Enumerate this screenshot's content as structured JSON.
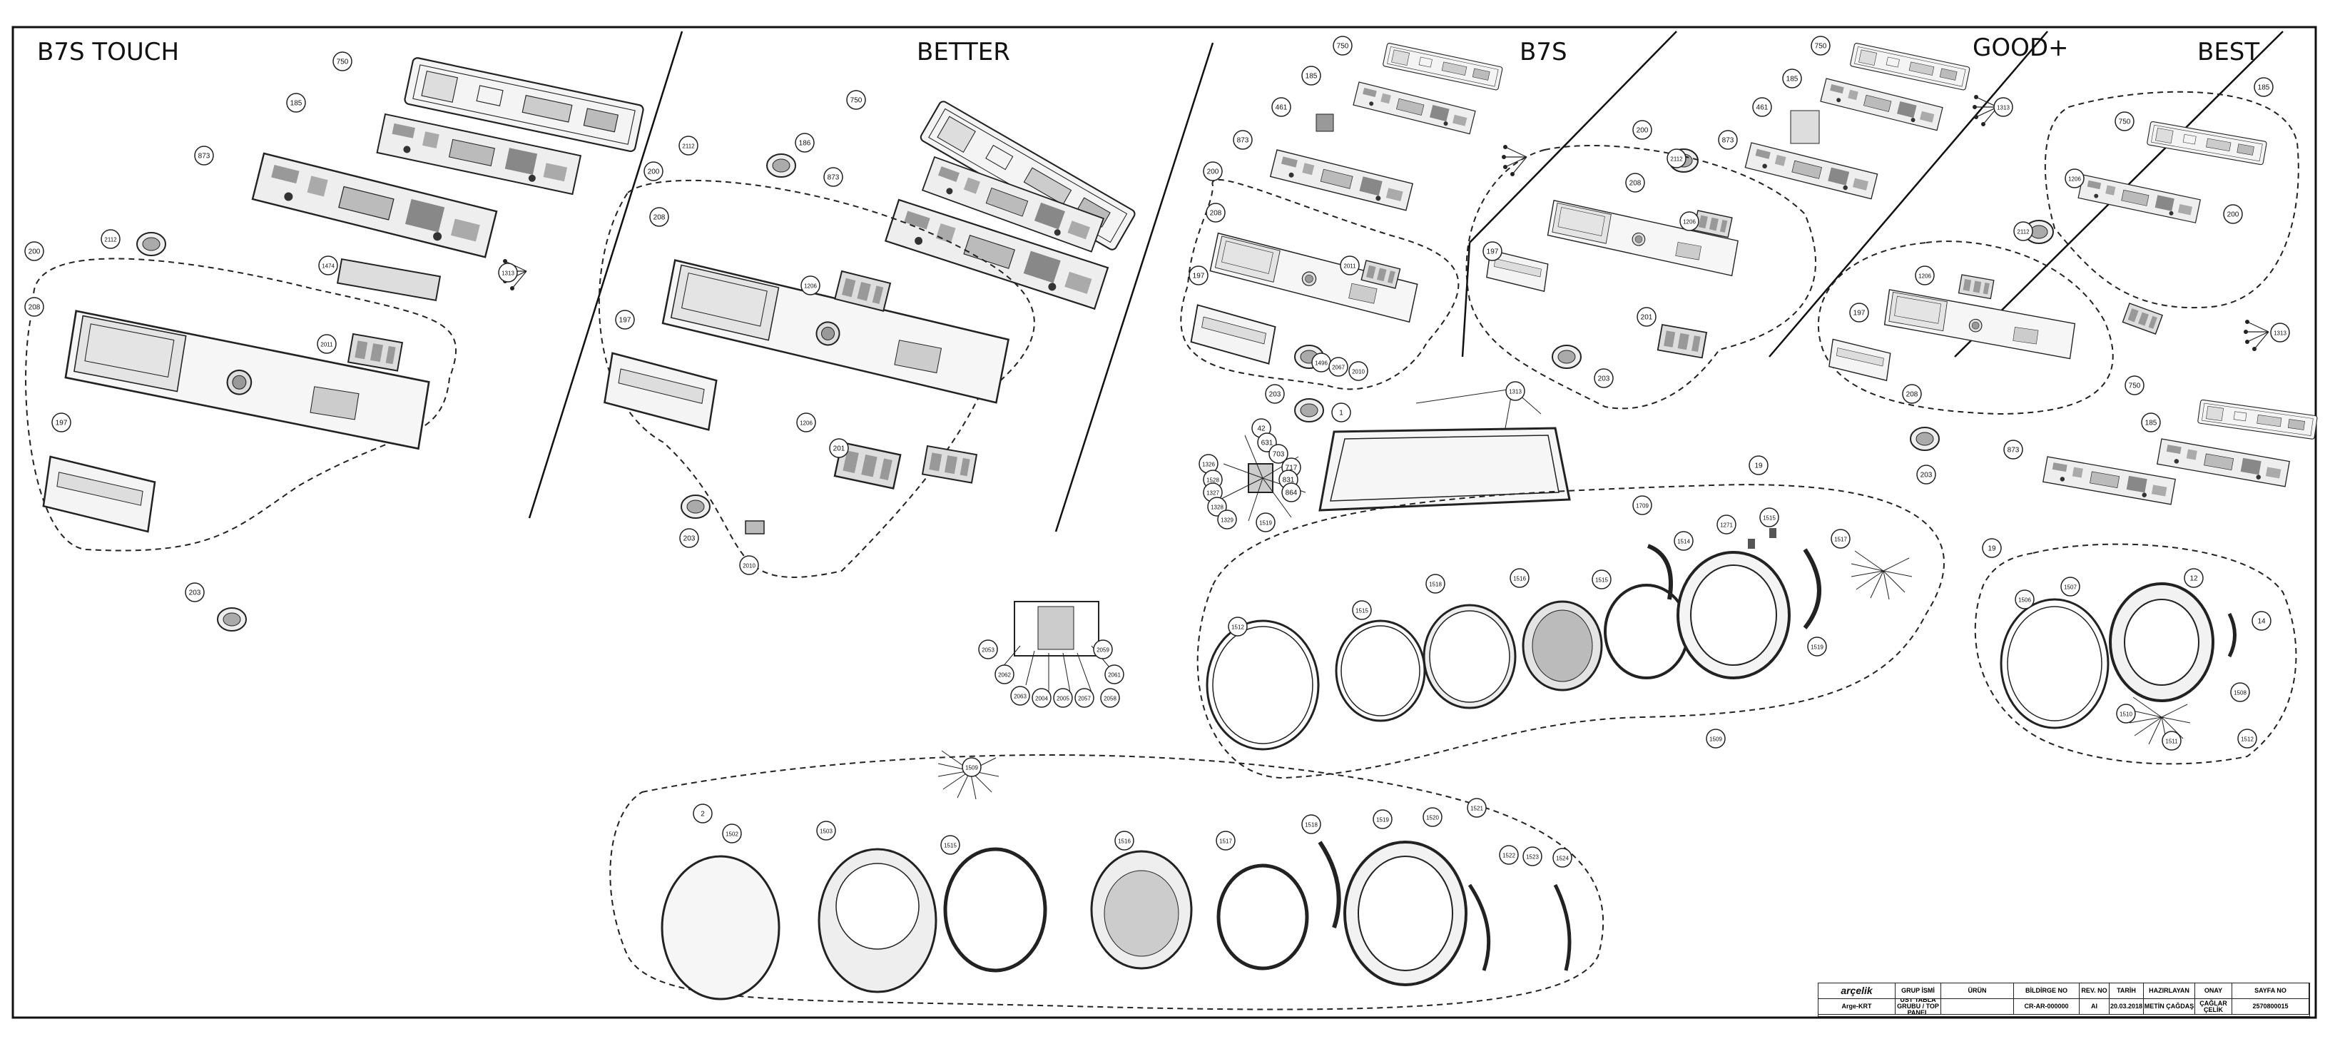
{
  "sections": {
    "b7s_touch": "B7S TOUCH",
    "better": "BETTER",
    "b7s": "B7S",
    "good_plus": "GOOD+",
    "best": "BEST"
  },
  "callouts": {
    "b7s_touch": [
      "750",
      "185",
      "873",
      "2112",
      "1474",
      "1313",
      "200",
      "208",
      "2011",
      "197",
      "203"
    ],
    "better": [
      "750",
      "2112",
      "186",
      "873",
      "200",
      "208",
      "1206",
      "197",
      "1206",
      "201",
      "203",
      "2010"
    ],
    "b7s": [
      "750",
      "185",
      "461",
      "873",
      "200",
      "208",
      "197",
      "2011",
      "1496",
      "2067",
      "2010",
      "203",
      "1",
      "1313"
    ],
    "good_plus": [
      "750",
      "185",
      "461",
      "873",
      "200",
      "208",
      "2112",
      "1206",
      "197",
      "201",
      "203",
      "1313"
    ],
    "best": [
      "185",
      "750",
      "1206",
      "200",
      "2112",
      "1206",
      "197",
      "208",
      "1313",
      "750",
      "185",
      "873",
      "203"
    ],
    "filter_group": [
      "42",
      "631",
      "1326",
      "703",
      "717",
      "831",
      "1528",
      "864",
      "1327",
      "1328",
      "1329",
      "1519"
    ],
    "box_group": [
      "2053",
      "2059",
      "2062",
      "2061",
      "2063",
      "2004",
      "2005",
      "2057",
      "2058"
    ],
    "door_b7s": [
      "19",
      "1709",
      "1512",
      "1515",
      "1518",
      "1516",
      "1515",
      "1514",
      "1271",
      "1515",
      "1517",
      "1519",
      "1509"
    ],
    "door_best": [
      "19",
      "1506",
      "1507",
      "12",
      "14",
      "1508",
      "1510",
      "1511",
      "1512"
    ],
    "door_bottom": [
      "1509",
      "2",
      "1502",
      "1503",
      "1515",
      "1516",
      "1517",
      "1518",
      "1519",
      "1520",
      "1521",
      "1522",
      "1523",
      "1524"
    ]
  },
  "title_block": {
    "logo": "arçelik",
    "brand": "Arge-KRT",
    "h_group": "GRUP İSMİ",
    "group": "GÖRÜNÜŞ - ÜST TABLA GRUBU / TOP PANEL ASSEMBLY",
    "h_product": "ÜRÜN",
    "product": "",
    "h_notice": "BİLDİRGE NO",
    "notice": "CR-AR-000000",
    "h_rev": "REV. NO",
    "rev": "AI",
    "h_date": "TARİH",
    "date": "20.03.2018",
    "h_prepared": "HAZIRLAYAN",
    "prepared": "METİN ÇAĞDAŞ",
    "h_approved": "ONAY",
    "approved": "ÇAĞLAR ÇELİK",
    "h_page": "SAYFA NO",
    "page": "2570800015"
  }
}
